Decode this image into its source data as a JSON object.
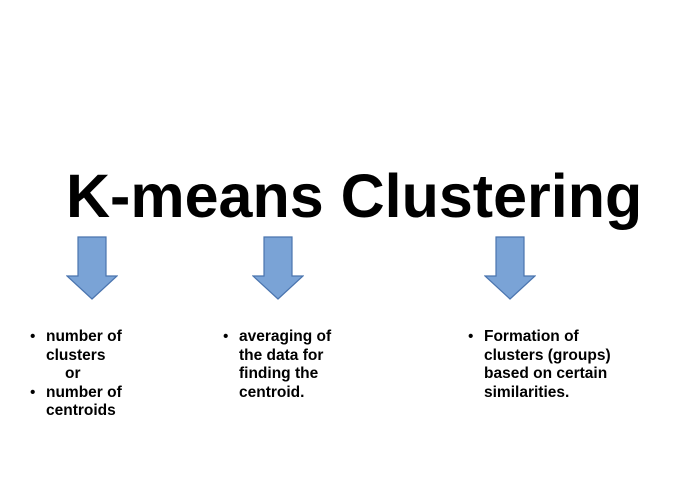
{
  "title": "K-means Clustering",
  "colors": {
    "arrow_fill": "#7aa3d6",
    "arrow_stroke": "#4a74ae"
  },
  "columns": [
    {
      "lines": [
        "number of clusters"
      ],
      "connector": "or",
      "lines2": [
        "number of centroids"
      ]
    },
    {
      "lines": [
        "averaging of the data for finding the centroid."
      ]
    },
    {
      "lines": [
        "Formation of clusters (groups) based on  certain similarities."
      ]
    }
  ],
  "col1": {
    "item1": "number of clusters",
    "connector": "or",
    "item2": "number of centroids"
  },
  "col2": {
    "item1": "averaging of the data for finding the centroid."
  },
  "col3": {
    "item1": "Formation of clusters (groups) based on  certain similarities."
  }
}
